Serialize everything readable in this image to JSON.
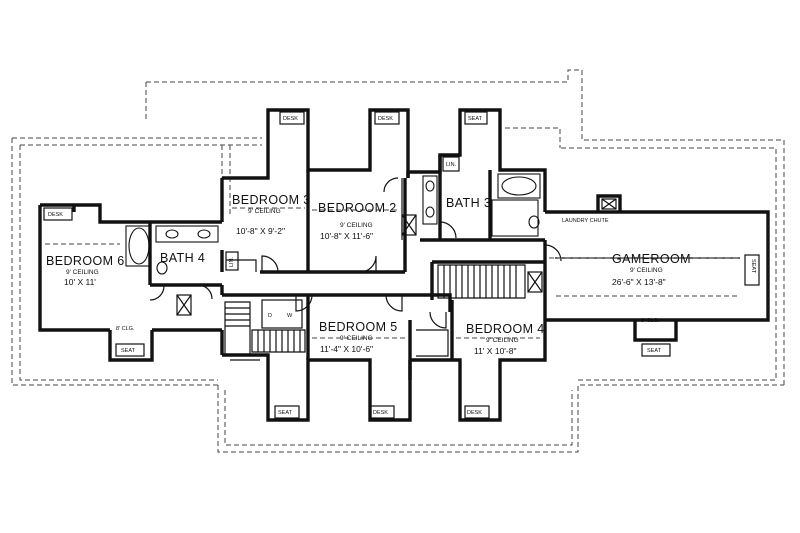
{
  "rooms": {
    "bedroom6": {
      "name": "BEDROOM 6",
      "ceiling": "9' CEILING",
      "size": "10' X 11'"
    },
    "bedroom3": {
      "name": "BEDROOM 3",
      "ceiling": "9' CEILING",
      "size": "10'-8\" X 9'-2\""
    },
    "bedroom2": {
      "name": "BEDROOM 2",
      "ceiling": "9' CEILING",
      "size": "10'-8\" X 11'-6\""
    },
    "bedroom5": {
      "name": "BEDROOM 5",
      "ceiling": "9' CEILING",
      "size": "11'-4\" X 10'-6\""
    },
    "bedroom4": {
      "name": "BEDROOM 4",
      "ceiling": "9' CEILING",
      "size": "11' X 10'-8\""
    },
    "gameroom": {
      "name": "GAMEROOM",
      "ceiling": "9' CEILING",
      "size": "26'-6\" X 13'-8\""
    },
    "bath3": {
      "name": "BATH 3"
    },
    "bath4": {
      "name": "BATH 4"
    }
  },
  "fixtures": {
    "desk": "DESK",
    "seat": "SEAT",
    "linen": "LIN.",
    "laundry_chute": "LAUNDRY CHUTE",
    "ceiling_8": "8' CLG.",
    "dryer": "D",
    "washer": "W"
  },
  "colors": {
    "ink": "#111111",
    "paper": "#ffffff"
  }
}
